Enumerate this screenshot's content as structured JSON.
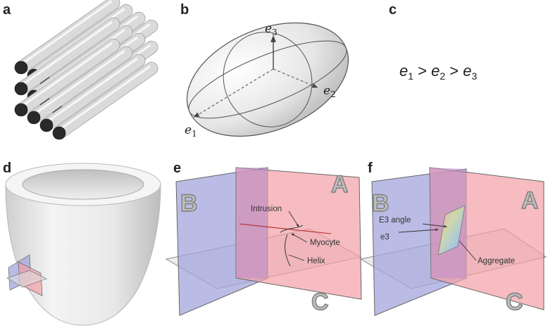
{
  "panels": {
    "a": {
      "letter": "a"
    },
    "b": {
      "letter": "b",
      "axes": [
        {
          "base": "e",
          "sub": "3"
        },
        {
          "base": "e",
          "sub": "2"
        },
        {
          "base": "e",
          "sub": "1"
        }
      ]
    },
    "c": {
      "letter": "c",
      "equation": {
        "parts": [
          "e",
          "1",
          " > ",
          "e",
          "2",
          " > ",
          "e",
          "3"
        ]
      }
    },
    "d": {
      "letter": "d"
    },
    "e": {
      "letter": "e",
      "plane_labels": [
        "A",
        "B",
        "C"
      ],
      "annotations": {
        "intrusion": "Intrusion",
        "myocyte": "Myocyte",
        "helix": "Helix"
      }
    },
    "f": {
      "letter": "f",
      "plane_labels": [
        "A",
        "B",
        "C"
      ],
      "annotations": {
        "e3_angle": "E3 angle",
        "e3": "e3",
        "aggregate": "Aggregate"
      }
    }
  },
  "colors": {
    "plane_a": "#f2a0a6",
    "plane_b": "#a3a5dc",
    "plane_c": "#dcdcdc",
    "overlap": "#c08fc8"
  }
}
